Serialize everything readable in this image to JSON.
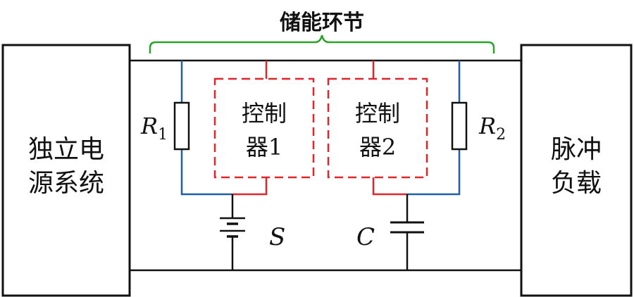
{
  "storage_label": "储能环节",
  "left_box": {
    "line1": "独立电",
    "line2": "源系统"
  },
  "right_box": {
    "line1": "脉冲",
    "line2": "负载"
  },
  "controller1": {
    "line1": "控制",
    "line2_prefix": "器",
    "line2_num": "1"
  },
  "controller2": {
    "line1": "控制",
    "line2_prefix": "器",
    "line2_num": "2"
  },
  "r1": {
    "symbol": "R",
    "sub": "1"
  },
  "r2": {
    "symbol": "R",
    "sub": "2"
  },
  "battery_label": "S",
  "capacitor_label": "C",
  "colors": {
    "wire": "#111111",
    "blue": "#1f5fa8",
    "red": "#e0262b",
    "brace": "#2aa12a"
  }
}
